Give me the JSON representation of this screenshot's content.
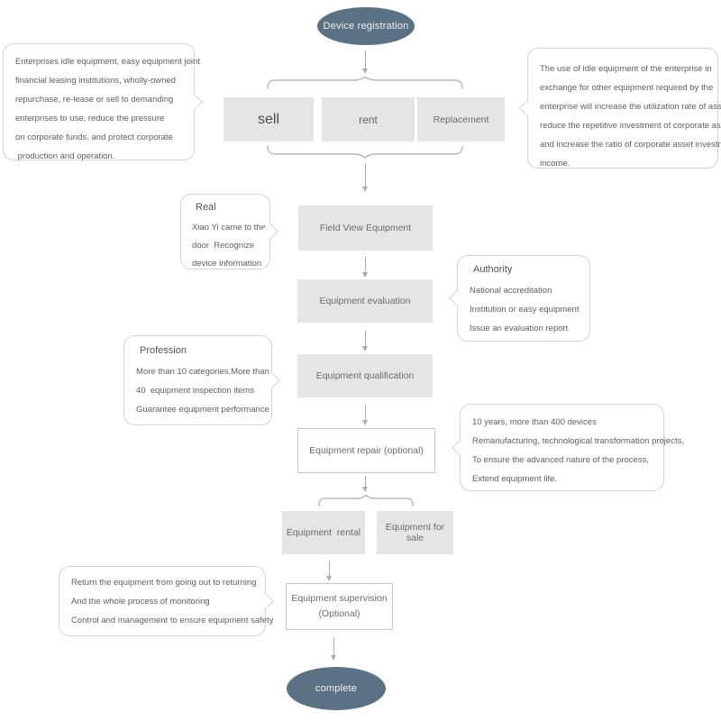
{
  "colors": {
    "node_fill": "#5b7285",
    "box_fill": "#e5e5e7",
    "line": "#acacac",
    "callout_border": "#d4d4d4"
  },
  "start": {
    "label": "Device registration"
  },
  "options": {
    "sell": "sell",
    "rent": "rent",
    "replacement": "Replacement"
  },
  "steps": {
    "field_view": "Field View Equipment",
    "evaluation": "Equipment evaluation",
    "qualification": "Equipment qualification",
    "repair": "Equipment repair (optional)"
  },
  "outputs": {
    "rental": "Equipment  rental",
    "sale": "Equipment for sale"
  },
  "supervision": {
    "line1": "Equipment supervision",
    "line2": "(Optional)"
  },
  "end": {
    "label": "complete"
  },
  "callouts": {
    "sell_note": {
      "lines": [
        "Enterprises idle equipment, easy equipment joint",
        "financial leasing institutions, wholly-owned",
        "repurchase, re-lease or sell to demanding",
        "enterprises to use, reduce the pressure",
        "on corporate funds, and protect corporate",
        " production and operation."
      ]
    },
    "replacement_note": {
      "lines": [
        "The use of idle equipment of the enterprise in",
        "exchange for other equipment required by the",
        "enterprise will increase the utilization rate of assets,",
        "reduce the repetitive investment of corporate assets,",
        "and increase the ratio of corporate asset investment",
        "income."
      ]
    },
    "real": {
      "title": "Real",
      "lines": [
        "Xiao Yi came to the",
        "door  Recognize",
        "device information"
      ]
    },
    "authority": {
      "title": "Authority",
      "lines": [
        "National accreditation",
        "Institution or easy equipment",
        "Issue an evaluation report"
      ]
    },
    "profession": {
      "title": "Profession",
      "lines": [
        "More than 10 categories,More than",
        "40  equipment inspection items",
        "Guarantee equipment performance"
      ]
    },
    "repair_note": {
      "lines": [
        "10 years, more than 400 devices",
        "Remanufacturing, technological transformation projects,",
        "To ensure the advanced nature of the process,",
        "Extend equipment life."
      ]
    },
    "supervision_note": {
      "lines": [
        "Return the equipment from going out to returning",
        "And the whole process of monitoring",
        "Control and management to ensure equipment safety"
      ]
    }
  }
}
